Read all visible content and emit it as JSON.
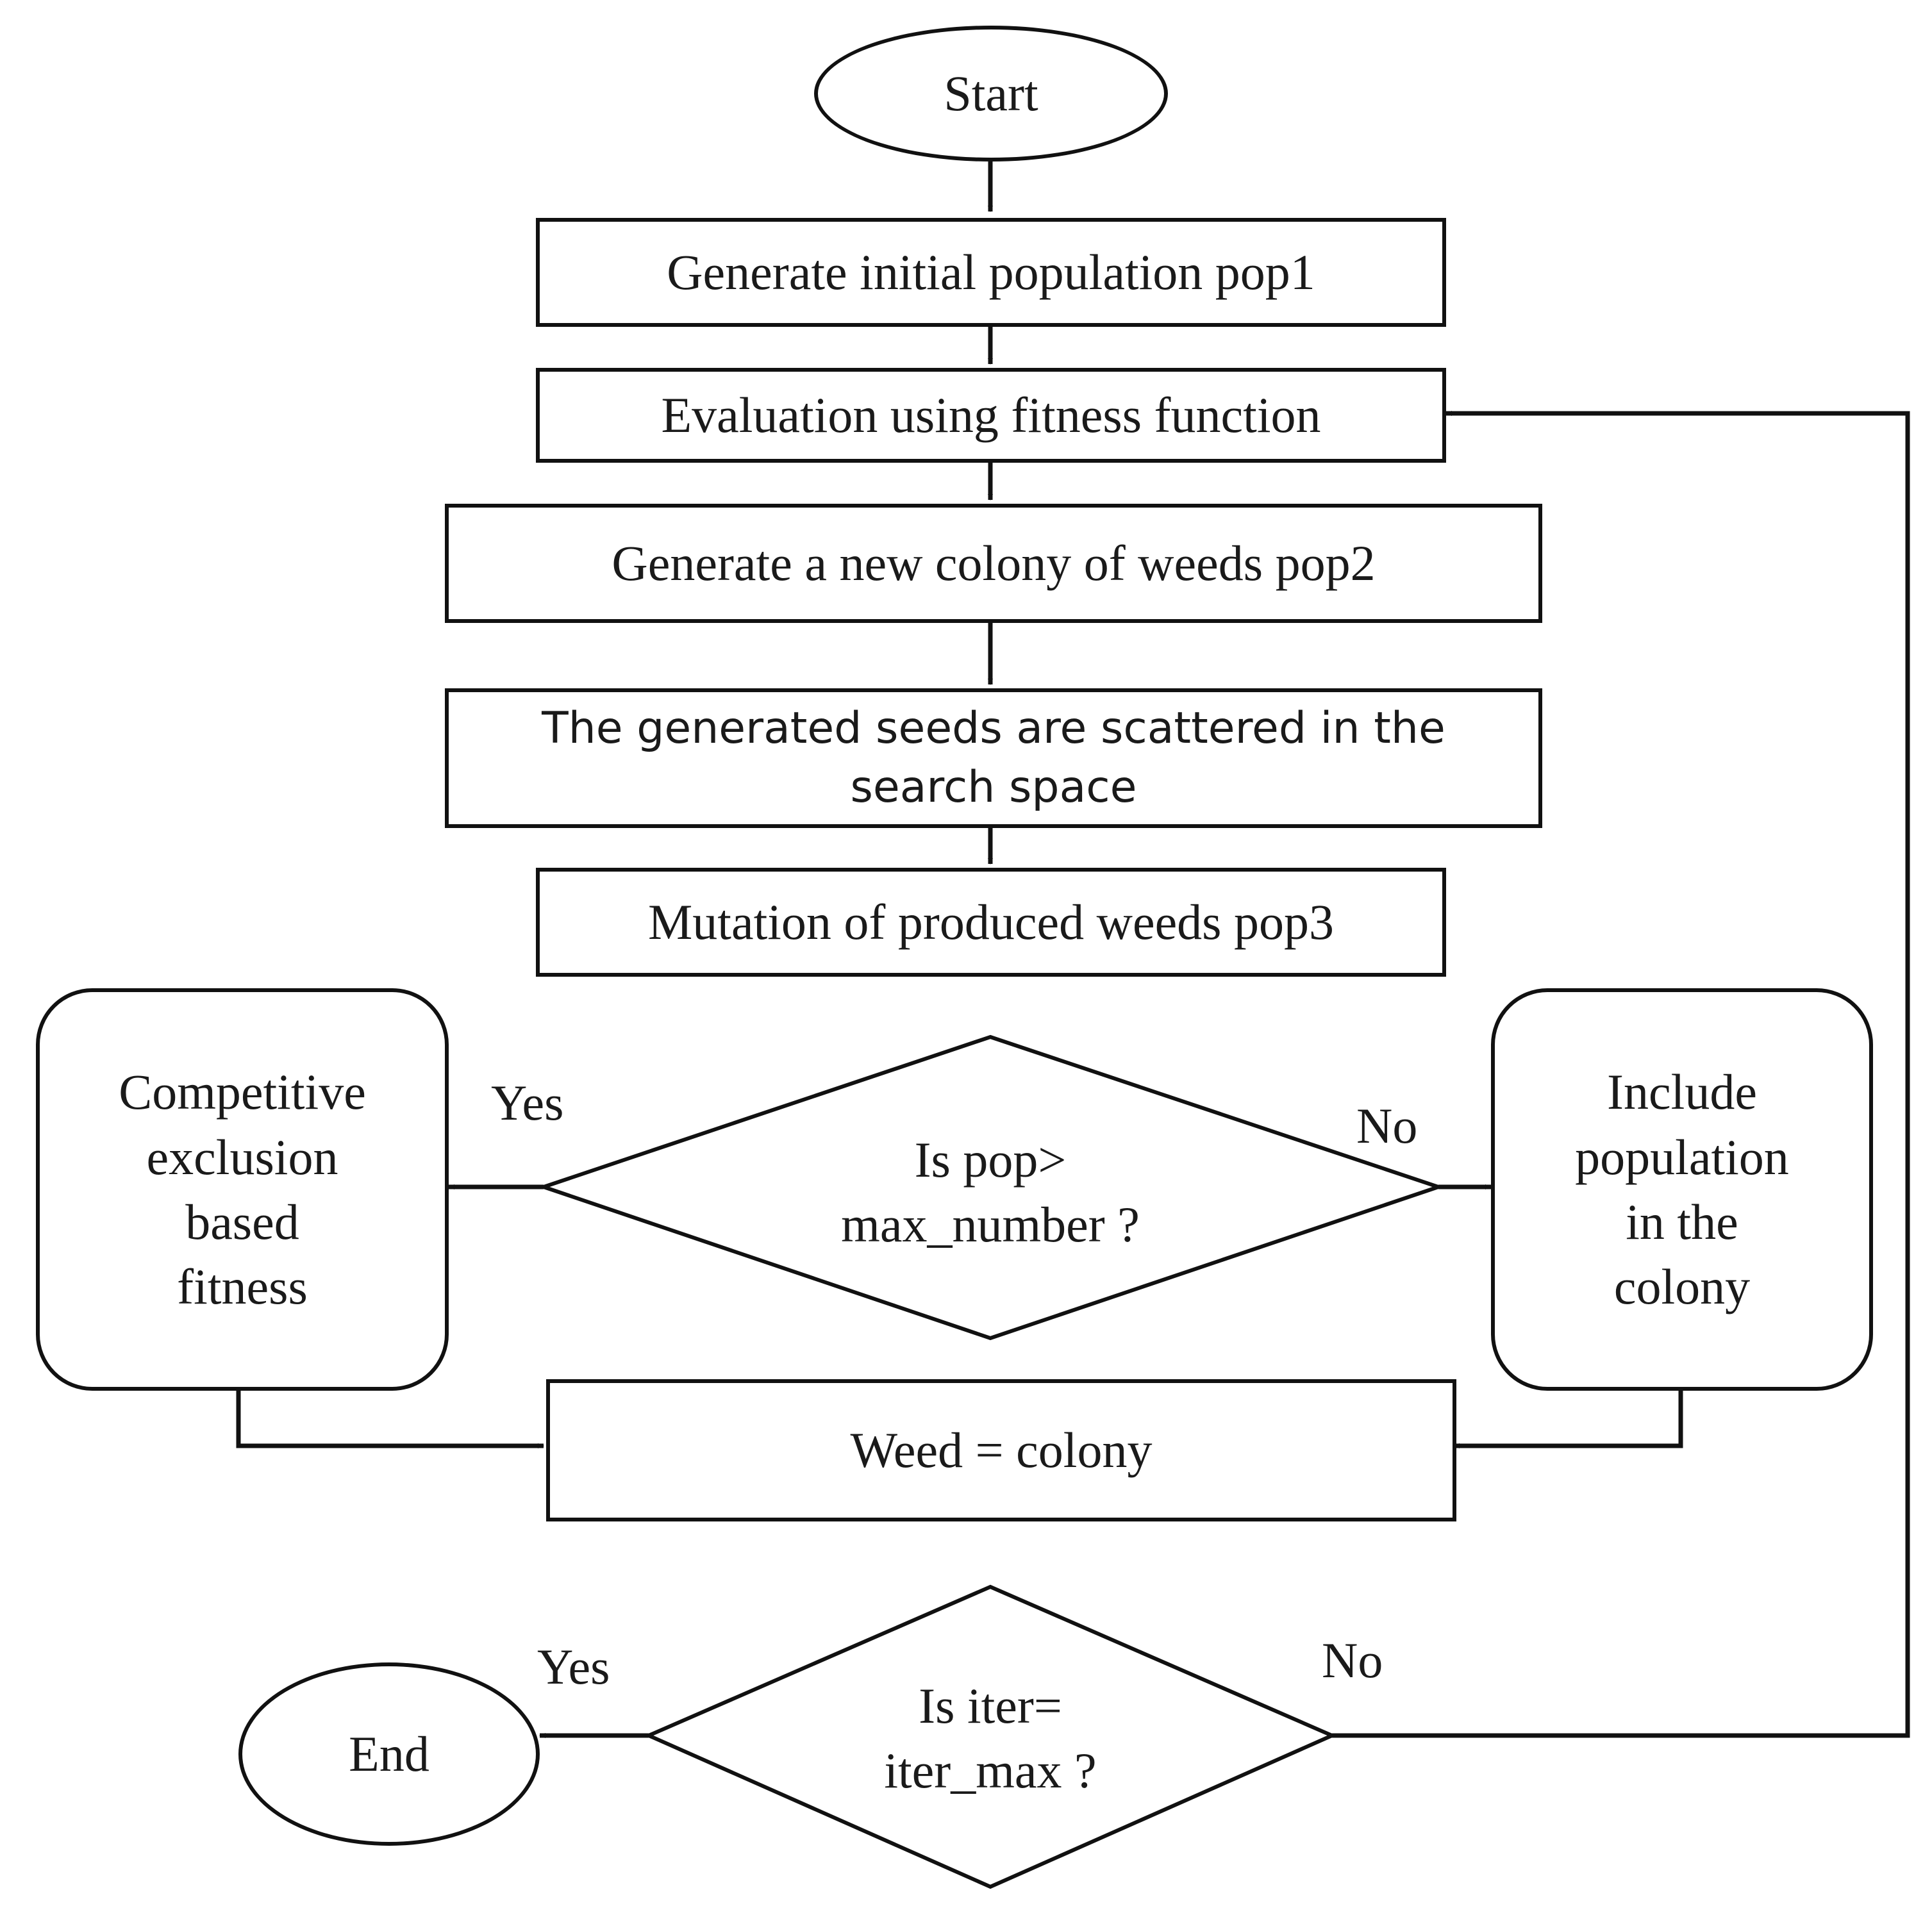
{
  "nodes": {
    "start": "Start",
    "generate_initial": "Generate initial population pop1",
    "evaluation": "Evaluation using fitness function",
    "generate_colony": "Generate a new colony of weeds pop2",
    "scatter": [
      "The generated seeds are scattered in the",
      "search space"
    ],
    "mutation": "Mutation of produced weeds pop3",
    "decision_pop": [
      "Is pop>",
      "max_number ?"
    ],
    "competitive": [
      "Competitive",
      "exclusion",
      "based",
      "fitness"
    ],
    "include": [
      "Include",
      "population",
      "in the",
      "colony"
    ],
    "weed_colony": "Weed = colony",
    "decision_iter": [
      "Is iter=",
      "iter_max ?"
    ],
    "end": "End"
  },
  "edge_labels": {
    "pop_yes": "Yes",
    "pop_no": "No",
    "iter_yes": "Yes",
    "iter_no": "No"
  },
  "colors": {
    "stroke": "#111111",
    "background": "#ffffff"
  }
}
